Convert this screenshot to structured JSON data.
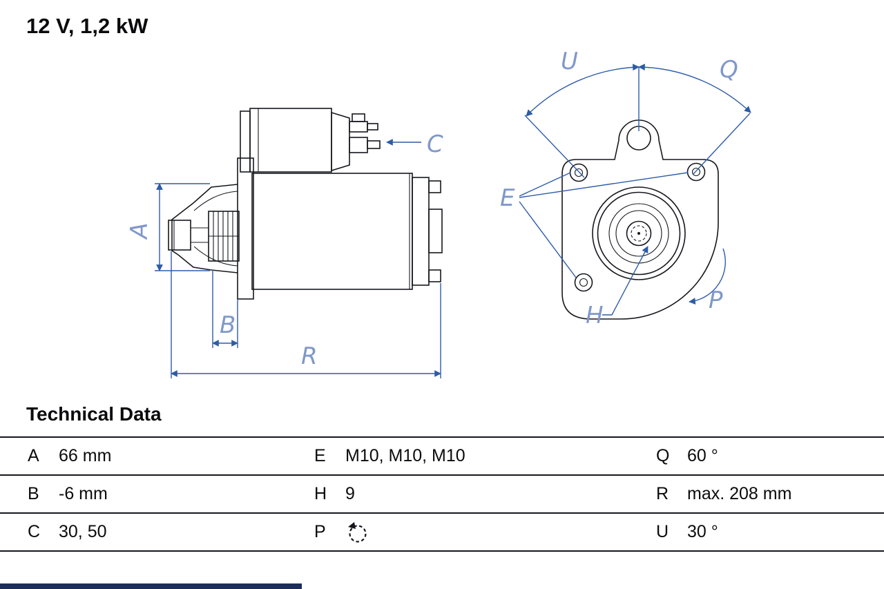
{
  "title": "12 V, 1,2 kW",
  "tech": {
    "heading": "Technical Data",
    "rows": [
      {
        "c1k": "A",
        "c1v": "66 mm",
        "c2k": "E",
        "c2v": "M10, M10, M10",
        "c3k": "Q",
        "c3v": "60 °"
      },
      {
        "c1k": "B",
        "c1v": "-6 mm",
        "c2k": "H",
        "c2v": "9",
        "c3k": "R",
        "c3v": "max. 208 mm"
      },
      {
        "c1k": "C",
        "c1v": "30, 50",
        "c2k": "P",
        "c2v": "",
        "c2icon": "rotation-ccw-icon",
        "c3k": "U",
        "c3v": "30 °"
      }
    ]
  },
  "diagram": {
    "labels": {
      "A": "A",
      "B": "B",
      "C": "C",
      "R": "R",
      "U": "U",
      "Q": "Q",
      "E": "E",
      "H": "H",
      "P": "P"
    }
  },
  "colors": {
    "drawing_line": "#15171c",
    "dimension_blue": "#2d5ca8",
    "label_blue": "#8098c9",
    "bottom_bar_navy": "#1c2d5a"
  }
}
